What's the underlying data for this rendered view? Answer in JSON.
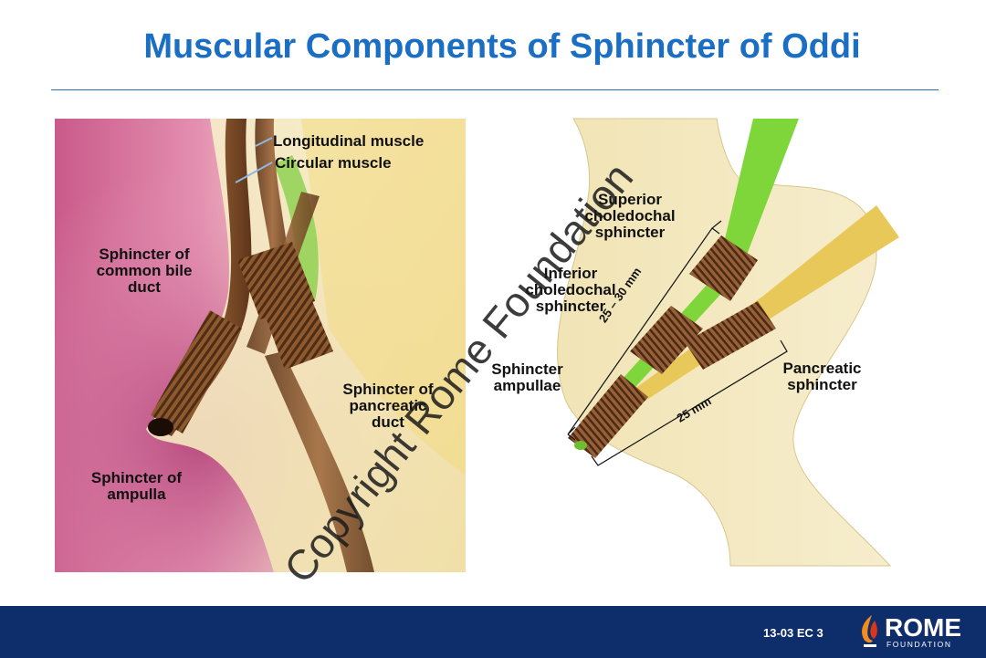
{
  "slide": {
    "title": "Muscular Components of Sphincter of Oddi",
    "watermark": "Copyright Rome Foundation",
    "code": "13-03  EC 3"
  },
  "left_figure": {
    "labels": {
      "longitudinal": "Longitudinal muscle",
      "circular": "Circular muscle",
      "cbd_1": "Sphincter of",
      "cbd_2": "common bile",
      "cbd_3": "duct",
      "pd_1": "Sphincter of",
      "pd_2": "pancreatic",
      "pd_3": "duct",
      "amp_1": "Sphincter of",
      "amp_2": "ampulla"
    }
  },
  "right_figure": {
    "labels": {
      "sup_1": "Superior",
      "sup_2": "choledochal",
      "sup_3": "sphincter",
      "inf_1": "Inferior",
      "inf_2": "choledochal",
      "inf_3": "sphincter",
      "amp_1": "Sphincter",
      "amp_2": "ampullae",
      "panc_1": "Pancreatic",
      "panc_2": "sphincter",
      "dim_long": "25 – 30 mm",
      "dim_short": "25 mm"
    }
  },
  "logo": {
    "word": "ROME",
    "sub": "FOUNDATION"
  },
  "colors": {
    "title": "#1a6fc4",
    "footer": "#0e2d6b",
    "muscle": "#8a5530",
    "bile_duct": "#7fd63a",
    "pancreatic_duct": "#e9c85a",
    "tissue": "#efe3b2"
  }
}
